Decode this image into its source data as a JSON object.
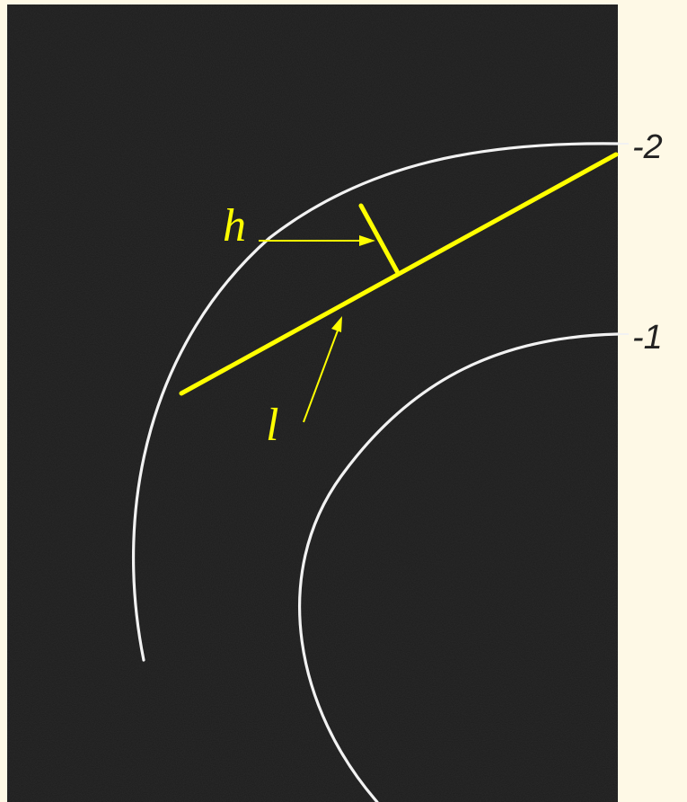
{
  "labels": {
    "chord_height": "h",
    "chord_length": "l",
    "curve_outer": "2",
    "curve_inner": "1"
  },
  "colors": {
    "background": "#1d1d1d",
    "page": "#fef9e6",
    "annotation": "#ffff00",
    "curve": "#f2f2f2",
    "number_text": "#222222"
  }
}
